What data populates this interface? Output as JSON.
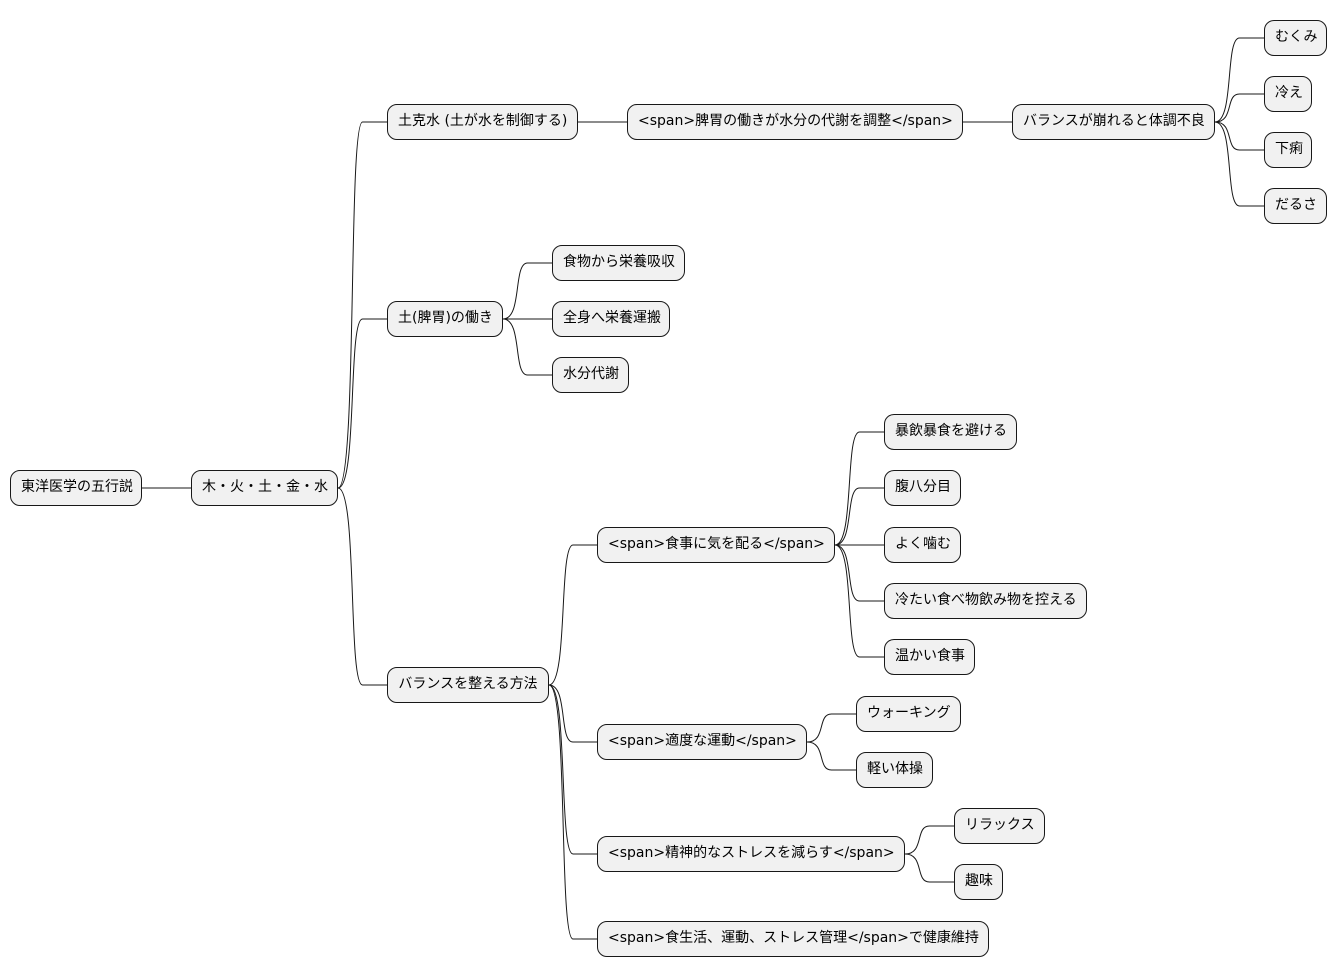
{
  "nodes": {
    "root": "東洋医学の五行説",
    "elements": "木・火・土・金・水",
    "dokusui": "土克水 (土が水を制御する)",
    "hii_regulate": "<span>脾胃の働きが水分の代謝を調整</span>",
    "imbalance": "バランスが崩れると体調不良",
    "mukumi": "むくみ",
    "hie": "冷え",
    "geri": "下痢",
    "darusa": "だるさ",
    "do_hii": "土(脾胃)の働き",
    "absorb": "食物から栄養吸収",
    "transport": "全身へ栄養運搬",
    "water_metab": "水分代謝",
    "balance_methods": "バランスを整える方法",
    "diet_care": "<span>食事に気を配る</span>",
    "avoid_binge": "暴飲暴食を避ける",
    "harahachi": "腹八分目",
    "chew": "よく噛む",
    "avoid_cold": "冷たい食べ物飲み物を控える",
    "warm_meal": "温かい食事",
    "exercise": "<span>適度な運動</span>",
    "walking": "ウォーキング",
    "light_exercise": "軽い体操",
    "stress": "<span>精神的なストレスを減らす</span>",
    "relax": "リラックス",
    "hobby": "趣味",
    "summary": "<span>食生活、運動、ストレス管理</span>で健康維持"
  },
  "edges": [
    [
      "root",
      "elements"
    ],
    [
      "elements",
      "dokusui"
    ],
    [
      "elements",
      "do_hii"
    ],
    [
      "elements",
      "balance_methods"
    ],
    [
      "dokusui",
      "hii_regulate"
    ],
    [
      "hii_regulate",
      "imbalance"
    ],
    [
      "imbalance",
      "mukumi"
    ],
    [
      "imbalance",
      "hie"
    ],
    [
      "imbalance",
      "geri"
    ],
    [
      "imbalance",
      "darusa"
    ],
    [
      "do_hii",
      "absorb"
    ],
    [
      "do_hii",
      "transport"
    ],
    [
      "do_hii",
      "water_metab"
    ],
    [
      "balance_methods",
      "diet_care"
    ],
    [
      "balance_methods",
      "exercise"
    ],
    [
      "balance_methods",
      "stress"
    ],
    [
      "balance_methods",
      "summary"
    ],
    [
      "diet_care",
      "avoid_binge"
    ],
    [
      "diet_care",
      "harahachi"
    ],
    [
      "diet_care",
      "chew"
    ],
    [
      "diet_care",
      "avoid_cold"
    ],
    [
      "diet_care",
      "warm_meal"
    ],
    [
      "exercise",
      "walking"
    ],
    [
      "exercise",
      "light_exercise"
    ],
    [
      "stress",
      "relax"
    ],
    [
      "stress",
      "hobby"
    ]
  ]
}
